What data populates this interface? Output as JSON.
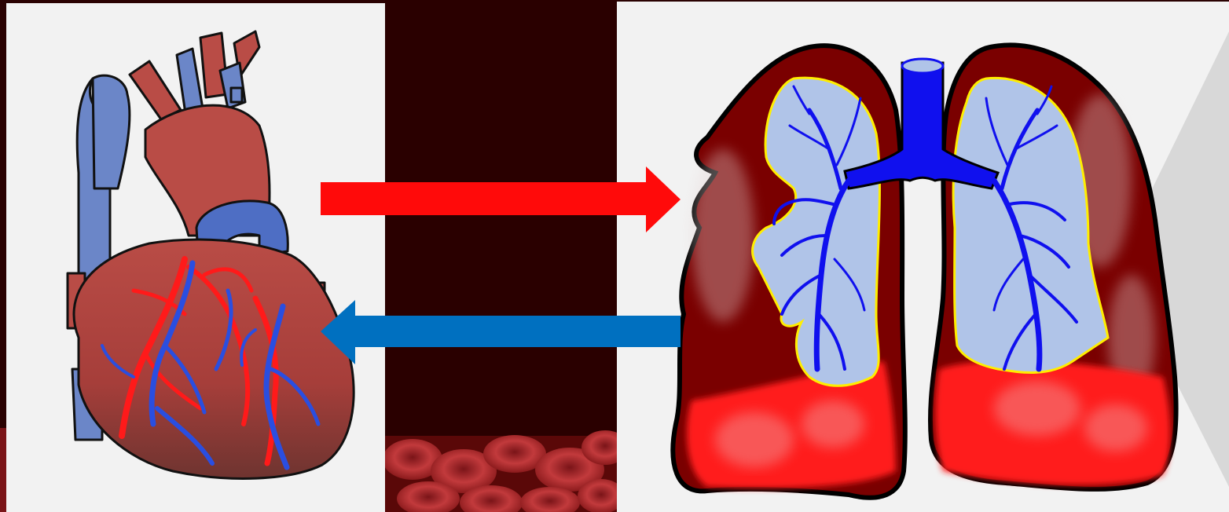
{
  "diagram": {
    "panels": [
      {
        "id": "heart-panel",
        "icon": "heart-illustration"
      },
      {
        "id": "blood-strip",
        "icon": "red-blood-cells-image"
      },
      {
        "id": "lungs-panel",
        "icon": "lungs-illustration"
      }
    ],
    "arrows": [
      {
        "id": "arrow-to-lungs",
        "direction": "right",
        "color": "#ff0a0a"
      },
      {
        "id": "arrow-to-heart",
        "direction": "left",
        "color": "#0070c0"
      }
    ],
    "colors": {
      "background": "#2a0202",
      "panel": "#f2f2f2",
      "heart_red": "#b44a44",
      "heart_blue": "#6b86c8",
      "lung_tissue": "#7a0000",
      "airway_blue": "#1010ee",
      "lung_inner": "#b0c4e8",
      "lung_outline": "#ffee00",
      "fluid_red": "#ff1a1a"
    }
  }
}
